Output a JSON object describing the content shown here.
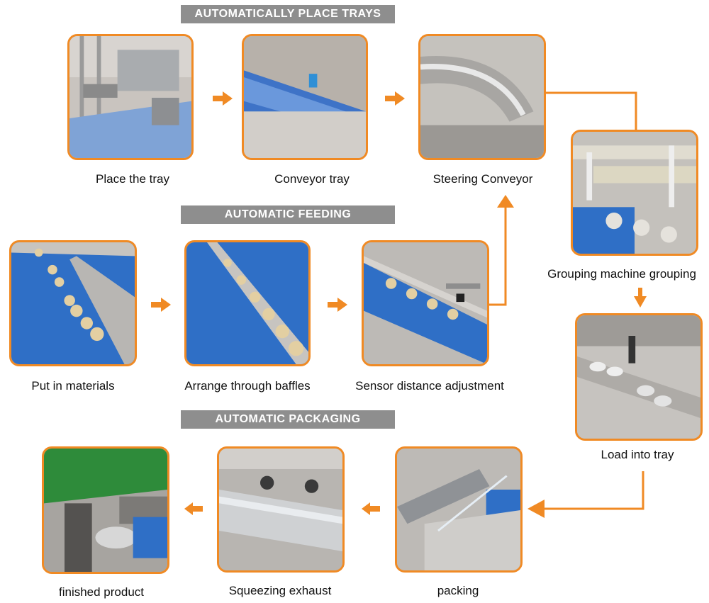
{
  "sections": {
    "trays": "AUTOMATICALLY PLACE TRAYS",
    "feeding": "AUTOMATIC FEEDING",
    "packaging": "AUTOMATIC PACKAGING"
  },
  "steps": {
    "place_tray": "Place the tray",
    "conveyor_tray": "Conveyor tray",
    "steering_conveyor": "Steering Conveyor",
    "grouping": "Grouping machine grouping",
    "put_in_materials": "Put in materials",
    "arrange_baffles": "Arrange through baffles",
    "sensor_adjustment": "Sensor distance adjustment",
    "load_into_tray": "Load into tray",
    "finished_product": "finished product",
    "squeezing_exhaust": "Squeezing exhaust",
    "packing": "packing"
  },
  "colors": {
    "accent": "#f08a24",
    "banner": "#8e8e8e",
    "belt_blue": "#2f6fc6",
    "steel": "#b9bec3",
    "machine_green": "#2e8b3a"
  },
  "icons": {
    "flow_arrow": "orange-right-arrow"
  }
}
